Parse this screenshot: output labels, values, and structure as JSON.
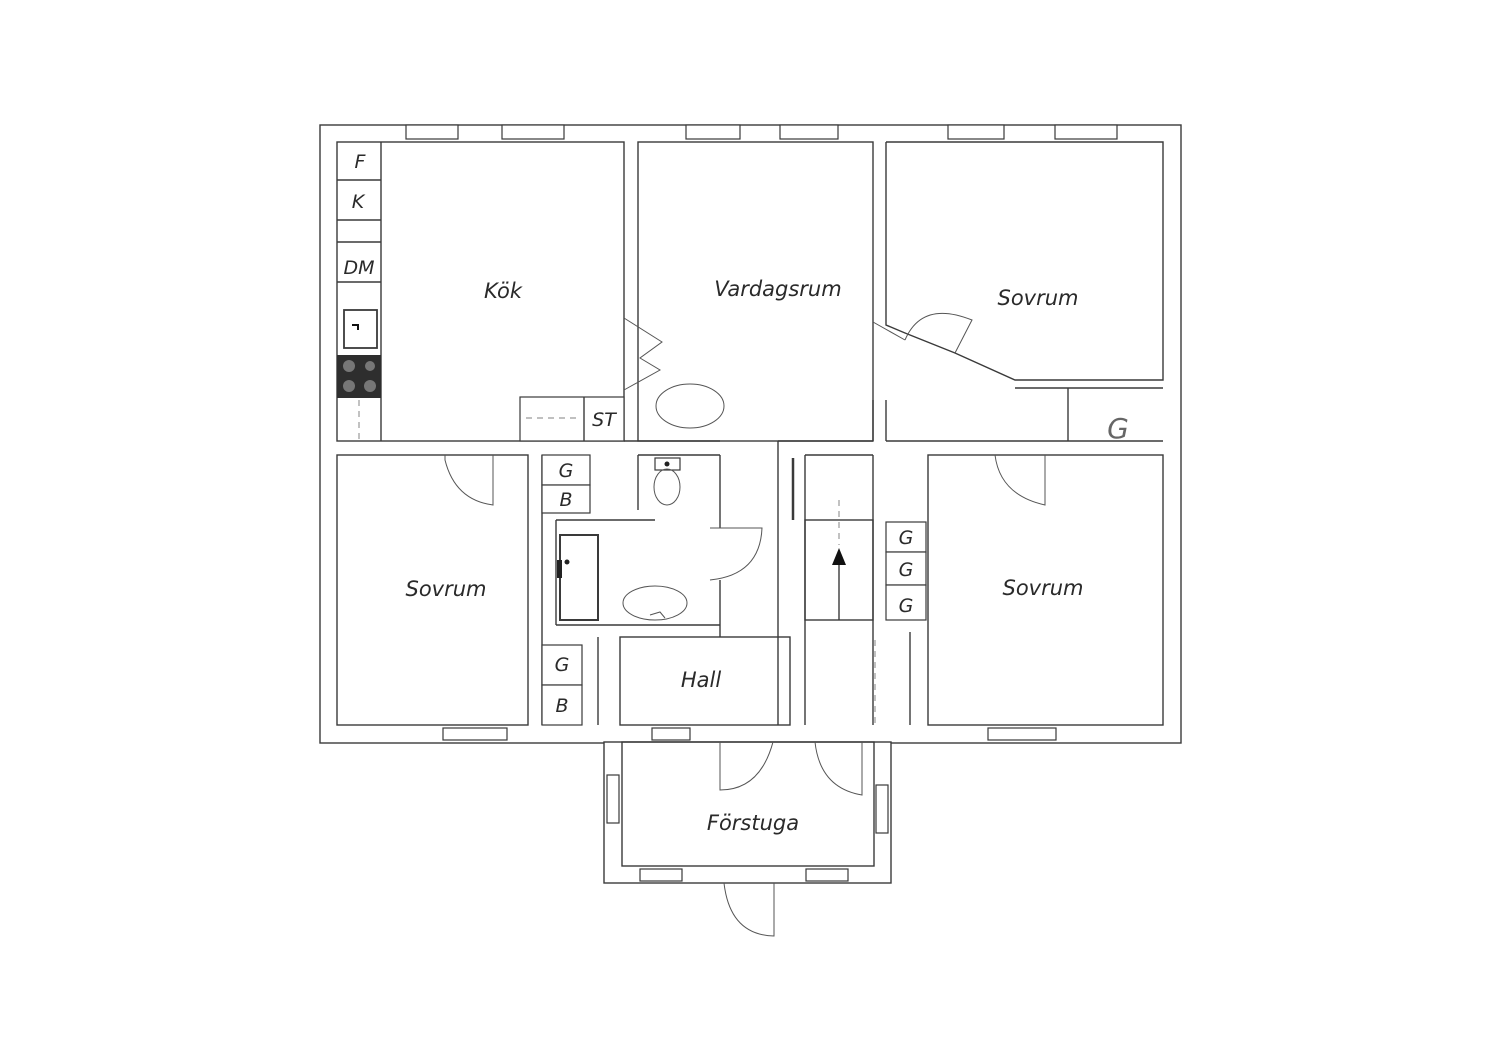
{
  "rooms": {
    "kitchen": "Kök",
    "living": "Vardagsrum",
    "bedroom_ne": "Sovrum",
    "bedroom_w": "Sovrum",
    "bedroom_e": "Sovrum",
    "hall": "Hall",
    "porch": "Förstuga"
  },
  "fixtures": {
    "fridge": "F",
    "freezer": "K",
    "dishwasher": "DM",
    "storage": "ST",
    "wardrobe_ne": "G",
    "wardrobe_w1": "G",
    "wardrobe_w2": "B",
    "wardrobe_w3": "G",
    "wardrobe_w4": "B",
    "wardrobe_e1": "G",
    "wardrobe_e2": "G",
    "wardrobe_e3": "G"
  }
}
